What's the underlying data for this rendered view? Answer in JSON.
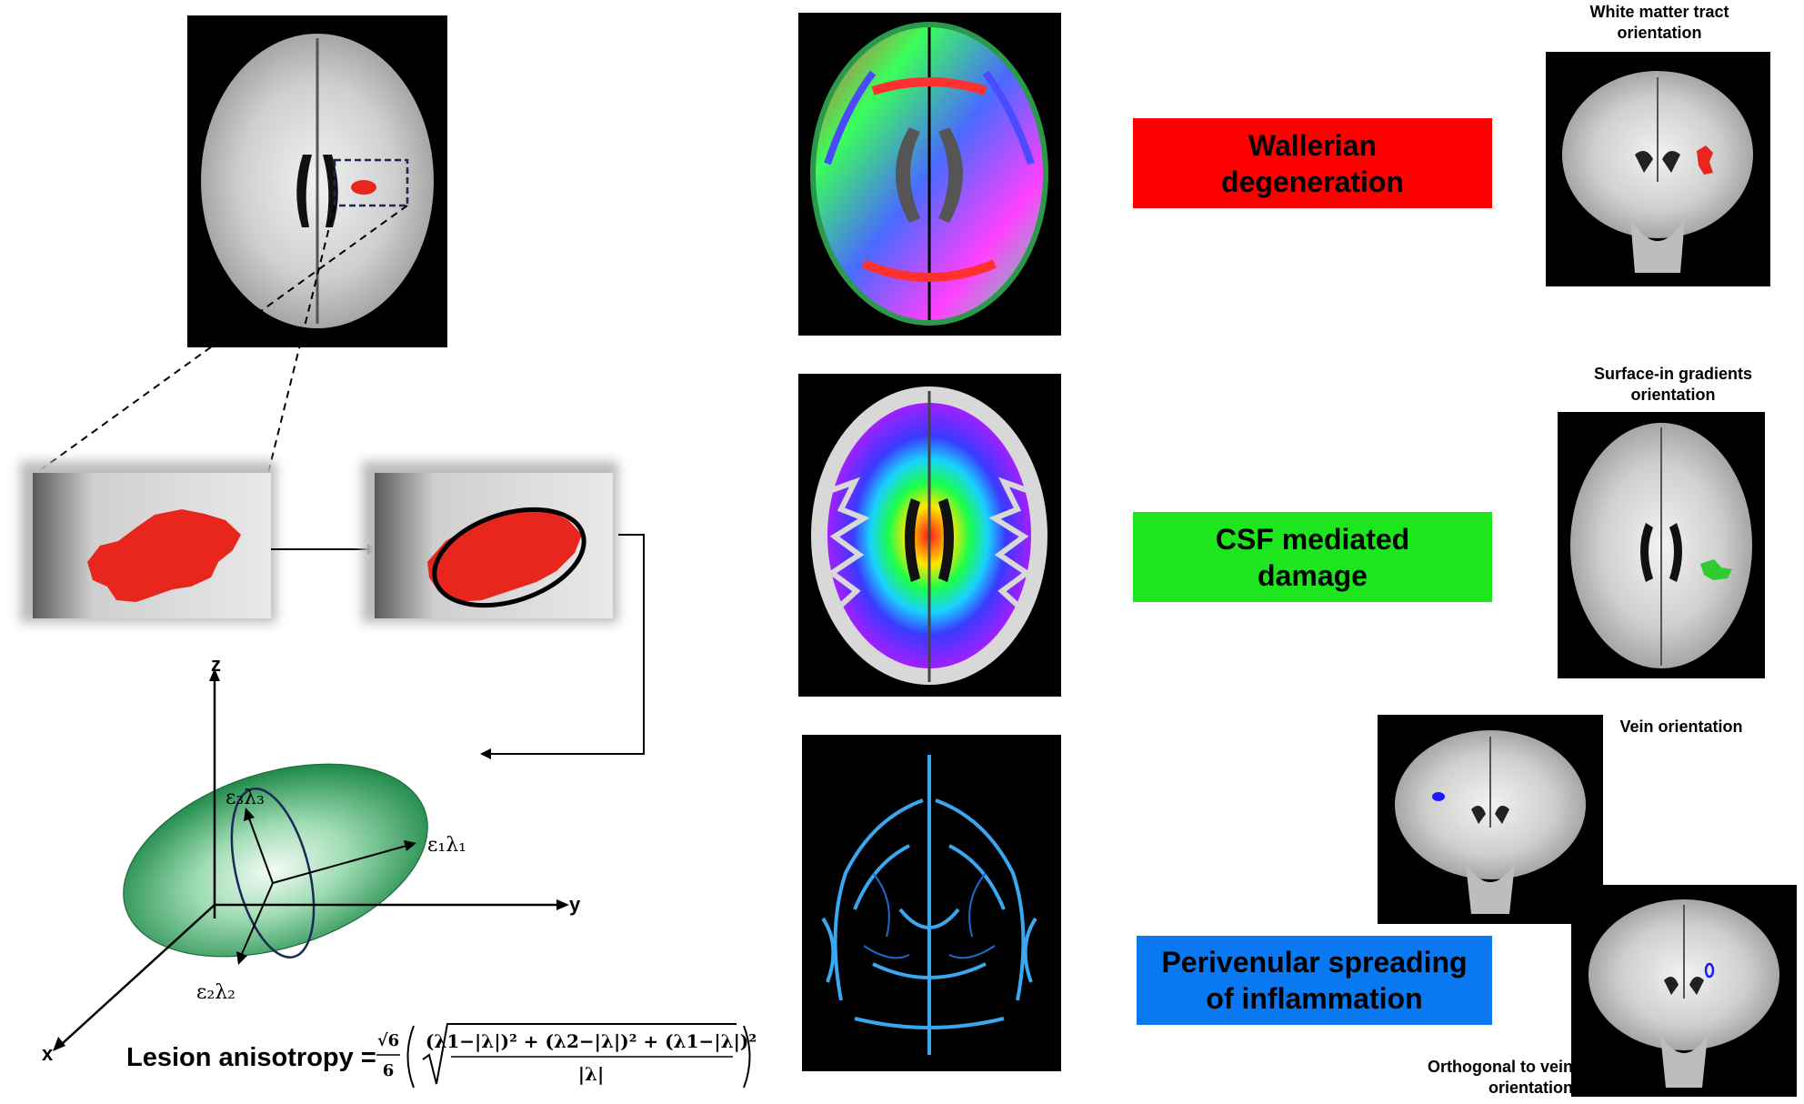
{
  "mechanisms": [
    {
      "label": "Wallerian\ndegeneration",
      "color": "#ff0000"
    },
    {
      "label": "CSF mediated\ndamage",
      "color": "#1ee61e"
    },
    {
      "label": "Perivenular spreading\nof inflammation",
      "color": "#0a78f0"
    }
  ],
  "captions": {
    "white_matter": "White matter tract\norientation",
    "surface_in": "Surface-in gradients\norientation",
    "vein": "Vein orientation",
    "orthogonal": "Orthogonal to vein\norientation"
  },
  "axes": {
    "z": "z",
    "y": "y",
    "x": "x"
  },
  "eigen": {
    "e1": "ε₁λ₁",
    "e2": "ε₂λ₂",
    "e3": "ε₃λ₃"
  },
  "formula": {
    "prefix": "Lesion anisotropy = ",
    "coef_num": "√6",
    "coef_den": "6",
    "numerator": "(λ1−|λ|)² + (λ2−|λ|)² + (λ1−|λ|)²",
    "denominator": "|λ|"
  },
  "colors": {
    "lesion": "#e8261e",
    "ellipsoid": "#2ea862",
    "vein_blue": "#3aa8f0",
    "lesion_green": "#2ecc2e",
    "lesion_blue": "#1a1aff"
  }
}
